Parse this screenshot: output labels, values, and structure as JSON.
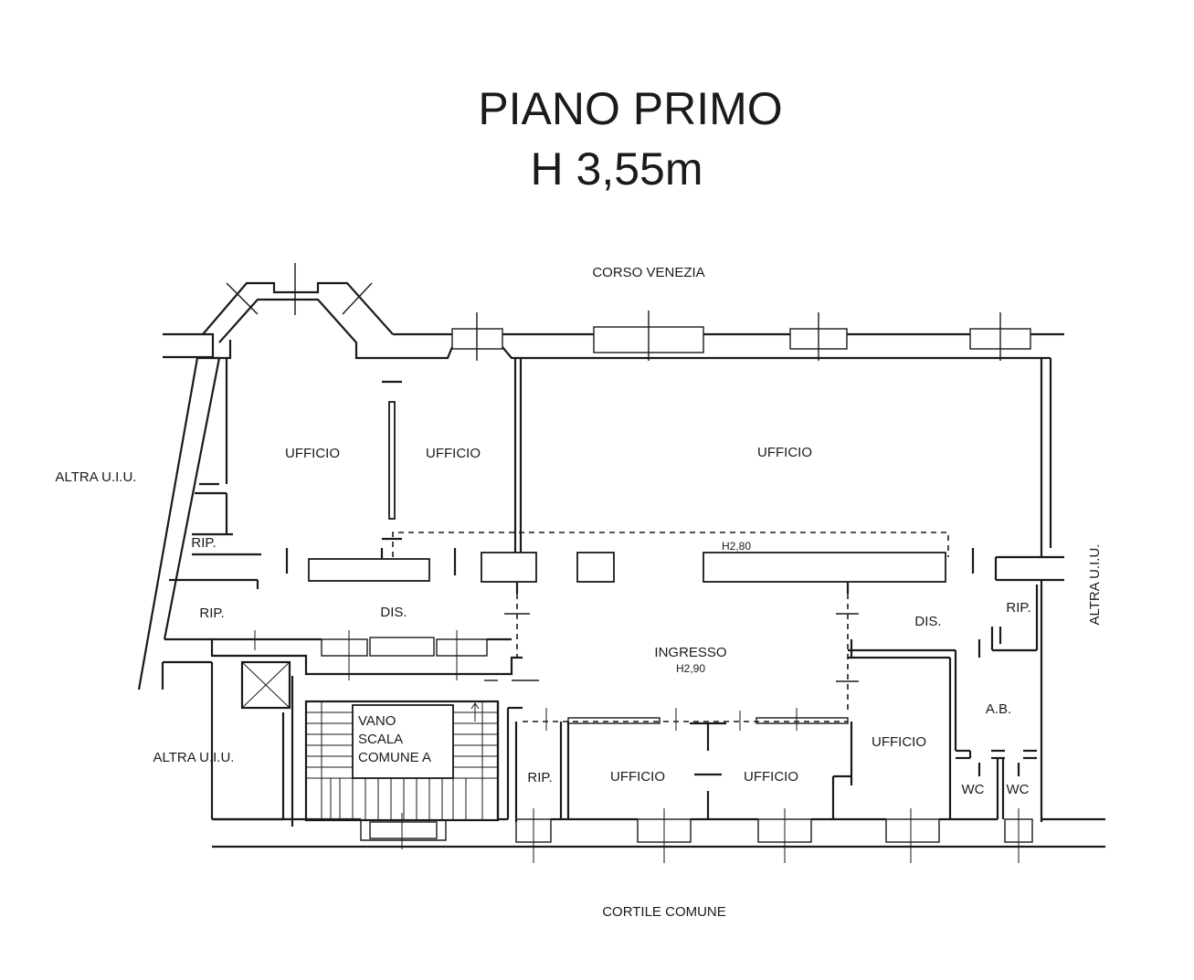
{
  "title": {
    "line1": "PIANO PRIMO",
    "line2": "H 3,55m"
  },
  "streets": {
    "top": "CORSO VENEZIA",
    "bottom": "CORTILE COMUNE"
  },
  "neighbors": {
    "left_upper": "ALTRA U.I.U.",
    "left_lower": "ALTRA U.I.U.",
    "right": "ALTRA U.I.U."
  },
  "rooms": {
    "ufficio_1": "UFFICIO",
    "ufficio_2": "UFFICIO",
    "ufficio_3": "UFFICIO",
    "rip_1": "RIP.",
    "rip_2": "RIP.",
    "dis_1": "DIS.",
    "ingresso": "INGRESSO",
    "ingresso_height": "H2,90",
    "false_ceiling_height": "H2,80",
    "dis_2": "DIS.",
    "rip_3": "RIP.",
    "ab": "A.B.",
    "ufficio_4": "UFFICIO",
    "wc_1": "WC",
    "wc_2": "WC",
    "rip_4": "RIP.",
    "ufficio_5": "UFFICIO",
    "ufficio_6": "UFFICIO",
    "stair_line1": "VANO",
    "stair_line2": "SCALA",
    "stair_line3": "COMUNE A"
  }
}
